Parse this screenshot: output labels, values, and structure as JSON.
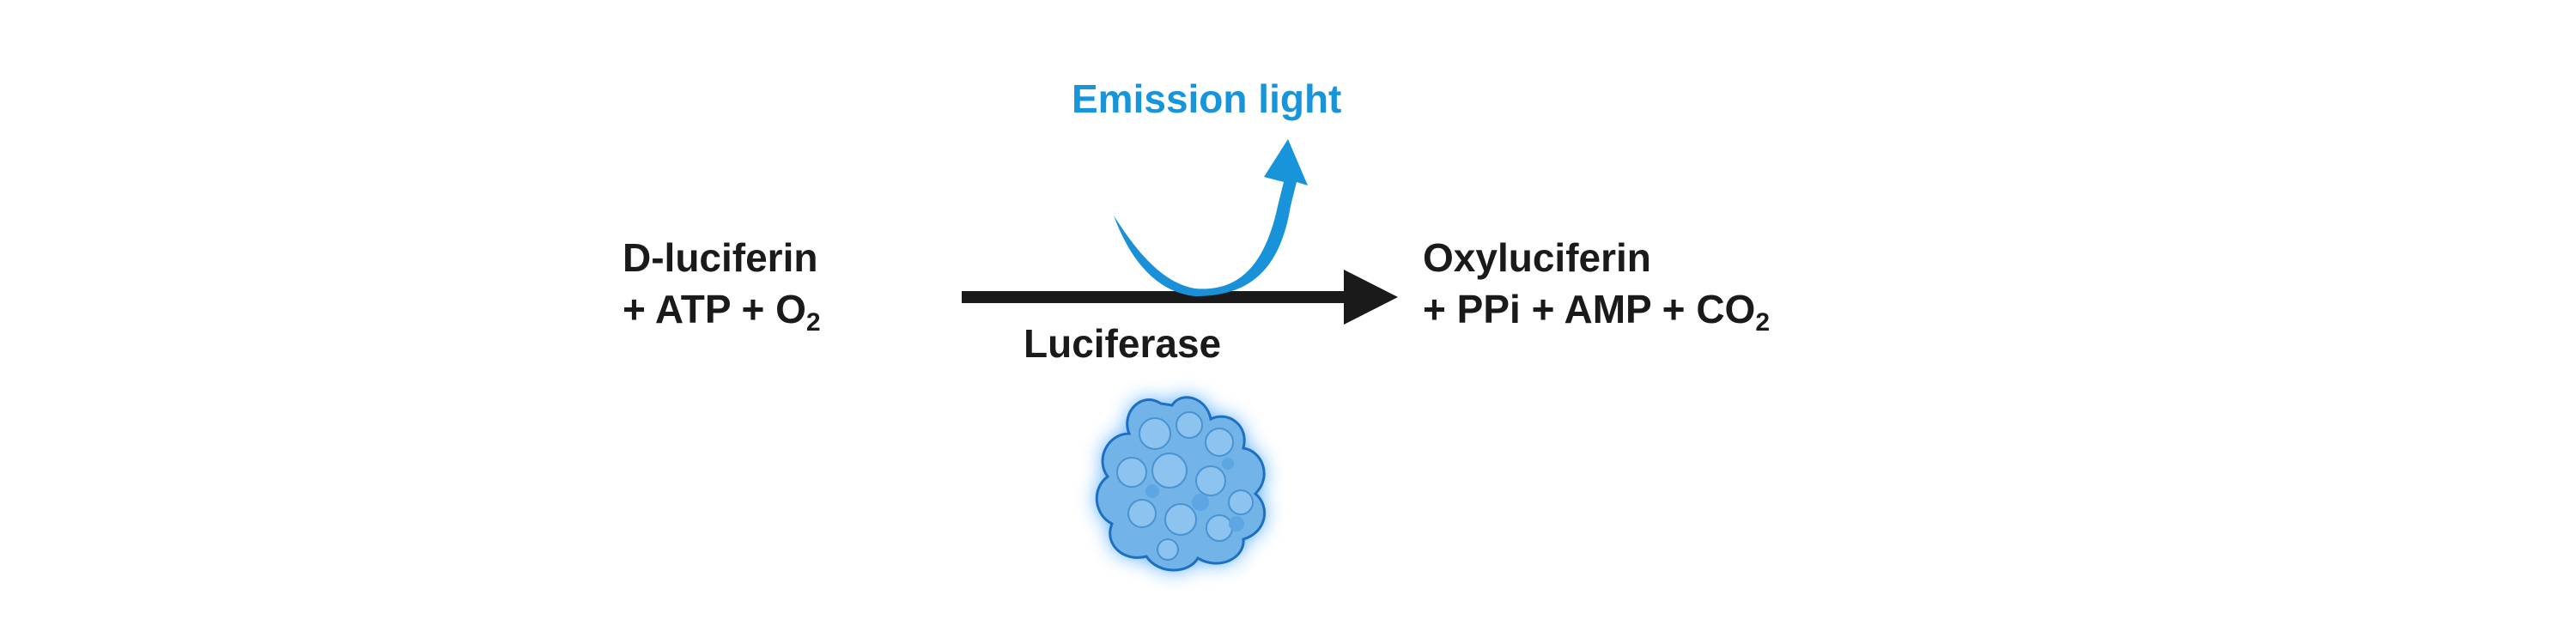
{
  "reactants": {
    "line1": "D-luciferin",
    "line2_prefix": "+ ATP + O",
    "line2_sub": "2"
  },
  "products": {
    "line1": "Oxyluciferin",
    "line2_prefix": "+ PPi + AMP + CO",
    "line2_sub": "2"
  },
  "enzyme": {
    "label": "Luciferase",
    "icon": "luciferase-protein-icon"
  },
  "emission": {
    "label": "Emission light"
  },
  "colors": {
    "text": "#1a1a1a",
    "emission": "#1795da",
    "arrow": "#1a1a1a",
    "protein_fill": "#72b4e8",
    "protein_stroke": "#1f6fc0",
    "protein_glow": "#3aa0ff"
  }
}
